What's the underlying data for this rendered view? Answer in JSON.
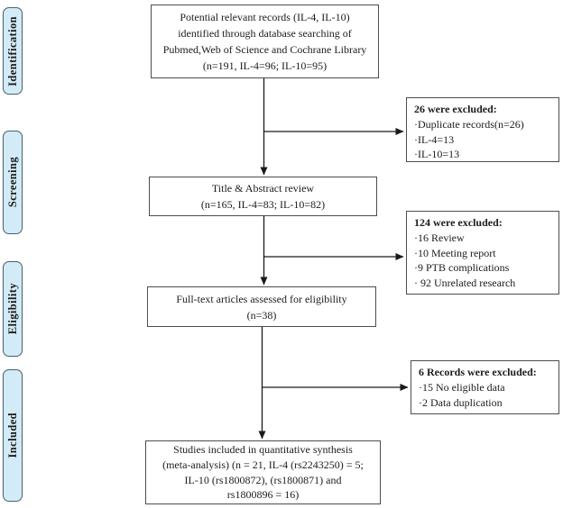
{
  "diagram": {
    "type": "prisma-flow",
    "colors": {
      "stage_fill": "#d3ebf7",
      "stage_border": "#45606e",
      "box_border": "#4d4d4d",
      "arrow": "#1a1a1a",
      "text": "#1c1c1c"
    },
    "stages": [
      {
        "label": "Identification"
      },
      {
        "label": "Screening"
      },
      {
        "label": "Eligibility"
      },
      {
        "label": "Included"
      }
    ],
    "flow_boxes": {
      "records": {
        "lines": [
          "Potential relevant records (IL-4, IL-10)",
          "identified through database searching of",
          "Pubmed,Web of Science and Cochrane Library",
          "(n=191, IL-4=96; IL-10=95)"
        ]
      },
      "title_abstract": {
        "lines": [
          "Title & Abstract review",
          "(n=165, IL-4=83; IL-10=82)"
        ]
      },
      "full_text": {
        "lines": [
          "Full-text articles assessed for eligibility",
          "(n=38)"
        ]
      },
      "included": {
        "lines": [
          "Studies included in quantitative synthesis",
          "(meta-analysis) (n = 21, IL-4 (rs2243250) = 5;",
          "IL-10 (rs1800872), (rs1800871) and",
          "rs1800896 = 16)"
        ]
      }
    },
    "exclusion_boxes": {
      "first": {
        "heading": "26 were excluded:",
        "items": [
          "·Duplicate records(n=26)",
          "·IL-4=13",
          "·IL-10=13"
        ]
      },
      "second": {
        "heading": "124 were excluded:",
        "items": [
          "·16 Review",
          "·10 Meeting report",
          "·9 PTB complications",
          "· 92 Unrelated research"
        ]
      },
      "third": {
        "heading": "6 Records were excluded:",
        "items": [
          "·15 No eligible data",
          "·2 Data duplication"
        ]
      }
    }
  }
}
